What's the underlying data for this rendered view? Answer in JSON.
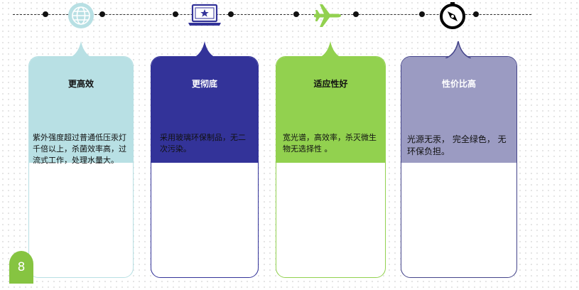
{
  "cards": [
    {
      "title": "更高效",
      "desc": "紫外强度超过普通低压汞灯千倍以上，杀菌效率高，过流式工作，处理水量大。"
    },
    {
      "title": "更彻底",
      "desc": "采用玻璃环保制品，无二次污染。"
    },
    {
      "title": "适应性好",
      "desc": "宽光谱，高效率，杀灭微生物无选择性 。"
    },
    {
      "title": "性价比高",
      "desc": "光源无汞， 完全绿色， 无环保负担。"
    }
  ],
  "timeline": {
    "icons": [
      "globe-icon",
      "laptop-icon",
      "airplane-icon",
      "compass-icon"
    ]
  },
  "colors": {
    "card1": "#b8e0e4",
    "card2": "#333399",
    "card3": "#92d14f",
    "card4": "#9b9bc2",
    "card4_border": "#44448a"
  },
  "page_number": "8"
}
